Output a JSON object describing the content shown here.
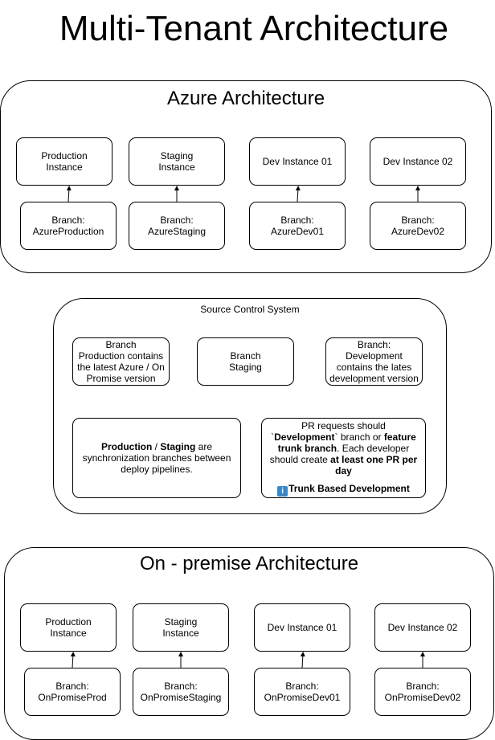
{
  "title": "Multi-Tenant Architecture",
  "azure": {
    "title": "Azure Architecture",
    "instances": [
      "Production\nInstance",
      "Staging\nInstance",
      "Dev Instance 01",
      "Dev Instance 02"
    ],
    "branches": [
      "Branch:\nAzureProduction",
      "Branch:\nAzureStaging",
      "Branch:\nAzureDev01",
      "Branch:\nAzureDev02"
    ]
  },
  "scm": {
    "title": "Source Control System",
    "production_box": "Branch\nProduction contains\nthe latest Azure / On\nPromise version",
    "staging_box": "Branch\nStaging",
    "development_box": "Branch: Development\ncontains the lates\ndevelopment version",
    "sync_note": {
      "bold1": "Production",
      "sep": " / ",
      "bold2": "Staging",
      "rest": " are synchronization branches between deploy pipelines."
    },
    "pr_note": {
      "t1": "PR requests should `",
      "b1": "Development",
      "t2": "` branch or ",
      "b2": "feature trunk branch",
      "t3": ". Each developer should create ",
      "b3": "at least one PR per day",
      "link": "Trunk Based Development"
    }
  },
  "onprem": {
    "title": "On - premise Architecture",
    "instances": [
      "Production\nInstance",
      "Staging\nInstance",
      "Dev Instance 01",
      "Dev Instance 02"
    ],
    "branches": [
      "Branch:\nOnPromiseProd",
      "Branch:\nOnPromiseStaging",
      "Branch:\nOnPromiseDev01",
      "Branch:\nOnPromiseDev02"
    ]
  }
}
